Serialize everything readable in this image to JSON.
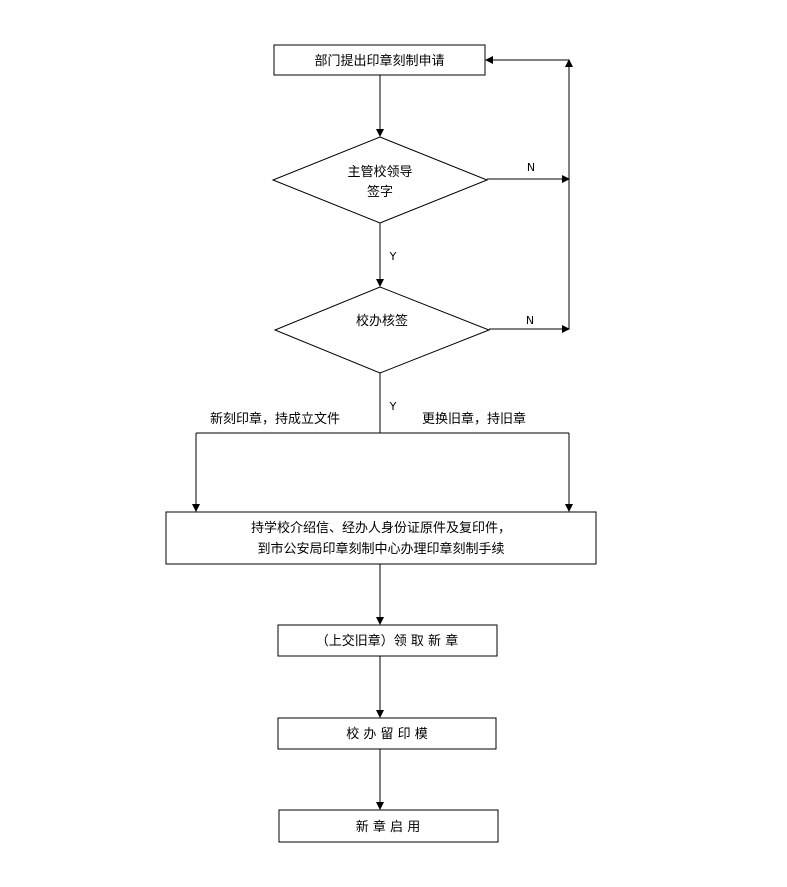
{
  "nodes": {
    "apply": "部门提出印章刻制申请",
    "leader_sign_line1": "主管校领导",
    "leader_sign_line2": "签字",
    "office_check": "校办核签",
    "procedure_line1": "持学校介绍信、经办人身份证原件及复印件，",
    "procedure_line2": "到市公安局印章刻制中心办理印章刻制手续",
    "receive": "（上交旧章）领 取 新 章",
    "keep_sample": "校 办 留 印 模",
    "enable": "新 章 启 用"
  },
  "edges": {
    "no_1": "N",
    "no_2": "N",
    "yes_1": "Y",
    "yes_2": "Y",
    "branch_new": "新刻印章，持成立文件",
    "branch_replace": "更换旧章，持旧章"
  }
}
